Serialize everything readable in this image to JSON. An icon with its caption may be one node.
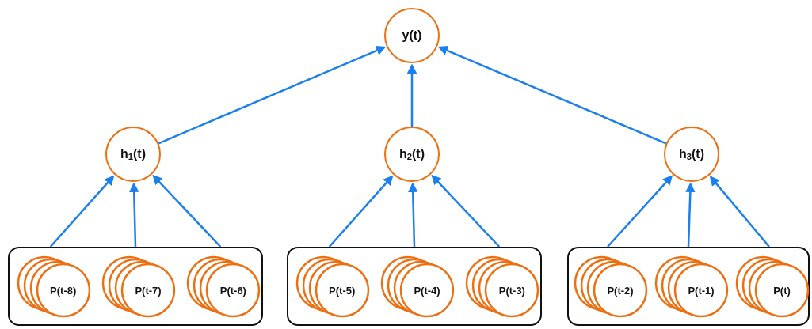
{
  "diagram": {
    "nodes": [
      {
        "text": [
          "y(t)"
        ]
      },
      {
        "text": [
          "h$_{1}$(t)"
        ]
      },
      {
        "text": [
          "h$_{2}$(t)"
        ]
      },
      {
        "text": [
          "h$_{3}$(t)"
        ]
      },
      {
        "text": [],
        "shape": "box"
      },
      {
        "text": [
          "P(t-8)"
        ],
        "in": 4
      },
      {
        "text": [
          "P(t-7)"
        ],
        "in": 4
      },
      {
        "text": [
          "P(t-6)"
        ],
        "in": 4
      },
      {
        "text": [],
        "shape": "box"
      },
      {
        "text": [
          "P(t-5)"
        ],
        "in": 8
      },
      {
        "text": [
          "P(t-4)"
        ],
        "in": 8
      },
      {
        "text": [
          "P(t-3)"
        ],
        "in": 8
      },
      {
        "text": [],
        "shape": "box"
      },
      {
        "text": [
          "P(t-2)"
        ],
        "in": 12
      },
      {
        "text": [
          "P(t-1)"
        ],
        "in": 12
      },
      {
        "text": [
          "P(t)"
        ],
        "in": 12
      }
    ],
    "edges": [
      {
        "from": 1,
        "to": 0,
        "arrow": "to"
      },
      {
        "from": 2,
        "to": 0,
        "arrow": "to"
      },
      {
        "from": 3,
        "to": 0,
        "arrow": "to"
      },
      {
        "from": 4,
        "to": 1,
        "arrow": "to"
      },
      {
        "from": 4,
        "to": 1,
        "arrow": "to"
      },
      {
        "from": 4,
        "to": 1,
        "arrow": "to"
      },
      {
        "from": 8,
        "to": 2,
        "arrow": "to"
      },
      {
        "from": 8,
        "to": 2,
        "arrow": "to"
      },
      {
        "from": 8,
        "to": 2,
        "arrow": "to"
      },
      {
        "from": 12,
        "to": 3,
        "arrow": "to"
      },
      {
        "from": 12,
        "to": 3,
        "arrow": "to"
      },
      {
        "from": 12,
        "to": 3,
        "arrow": "to"
      }
    ]
  }
}
